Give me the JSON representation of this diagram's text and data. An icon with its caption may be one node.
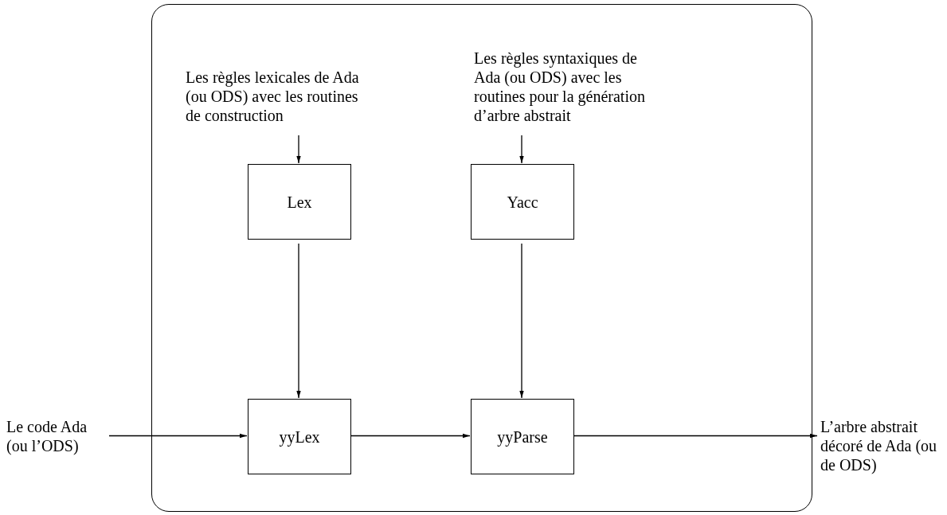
{
  "diagram": {
    "nodes": [
      {
        "text": [],
        "shape": "box"
      },
      {
        "text": [
          "Les règles lexicales de Ada (ou ODS) avec les routines de construction"
        ],
        "in": 0
      },
      {
        "text": [
          "Les règles syntaxiques de Ada (ou ODS) avec les routines pour la génération d’arbre abstrait"
        ],
        "in": 0
      },
      {
        "text": [
          "Lex"
        ],
        "in": 0
      },
      {
        "text": [
          "Yacc"
        ],
        "in": 0
      },
      {
        "text": [
          "Le code Ada (ou l’ODS)"
        ]
      },
      {
        "text": [
          "yyLex"
        ],
        "in": 0
      },
      {
        "text": [
          "yyParse"
        ],
        "in": 0
      },
      {
        "text": [
          "L’arbre abstrait décoré de Ada (ou de ODS)"
        ]
      }
    ],
    "edges": [
      {
        "from": 1,
        "to": 3,
        "arrow": "to"
      },
      {
        "from": 2,
        "to": 4,
        "arrow": "to"
      },
      {
        "from": 3,
        "to": 6,
        "arrow": "to"
      },
      {
        "from": 4,
        "to": 7,
        "arrow": "to"
      },
      {
        "from": 5,
        "to": 6,
        "arrow": "to"
      },
      {
        "from": 6,
        "to": 7,
        "arrow": "to"
      },
      {
        "from": 7,
        "to": 8,
        "arrow": "to"
      }
    ]
  }
}
